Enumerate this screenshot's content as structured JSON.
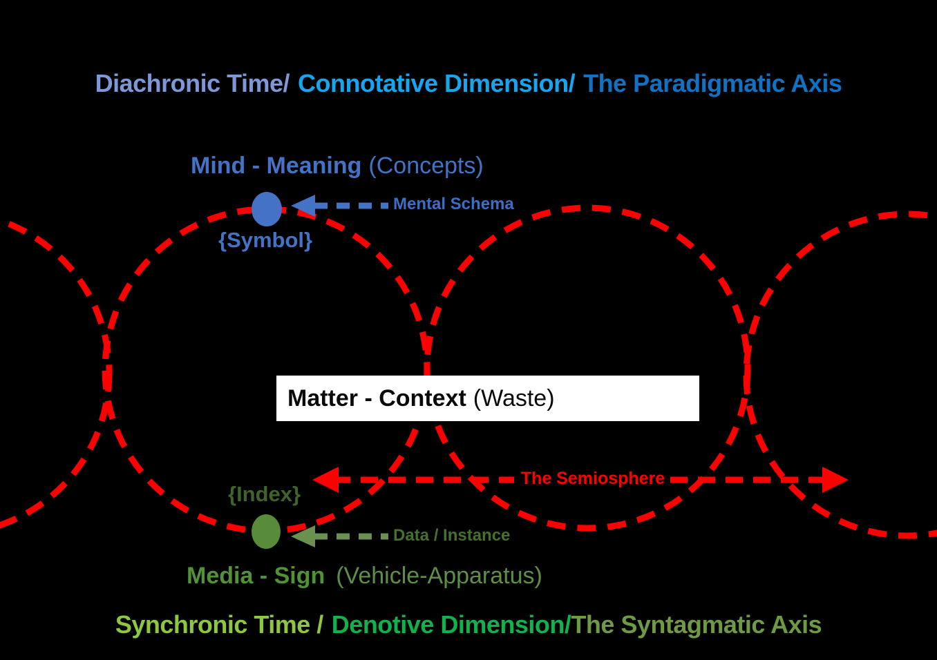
{
  "top_axis": {
    "part1": "Diachronic Time/",
    "part2": "Connotative Dimension/",
    "part3": "The Paradigmatic Axis"
  },
  "mind_label": {
    "bold": "Mind - Meaning",
    "normal": "(Concepts)"
  },
  "symbol_label": "{Symbol}",
  "mental_schema_label": "Mental Schema",
  "matter_box": {
    "bold": "Matter - Context",
    "normal": "(Waste)"
  },
  "semiosphere_label": "The Semiosphere",
  "index_label": "{Index}",
  "data_instance_label": "Data / Instance",
  "media_label": {
    "bold": "Media - Sign",
    "normal": "(Vehicle-Apparatus)"
  },
  "bottom_axis": {
    "part1": "Synchronic Time /",
    "part2": "Denotive Dimension/",
    "part3": "The Syntagmatic Axis"
  },
  "colors": {
    "background": "#000000",
    "circle_red": "#FF0000",
    "blue_accent": "#4472C4",
    "title_periwinkle": "#7E97D8",
    "title_azure": "#18A5F0",
    "title_medium_blue": "#1171C3",
    "title_yellow_green": "#8DC63F",
    "title_vivid_green": "#12B14B",
    "title_olive_green": "#6E9A44",
    "index_dark_green": "#3F6328",
    "dot_green": "#588B3A",
    "media_green": "#4F9334",
    "box_white": "#FFFFFF",
    "box_text_black": "#0A0A0A"
  }
}
